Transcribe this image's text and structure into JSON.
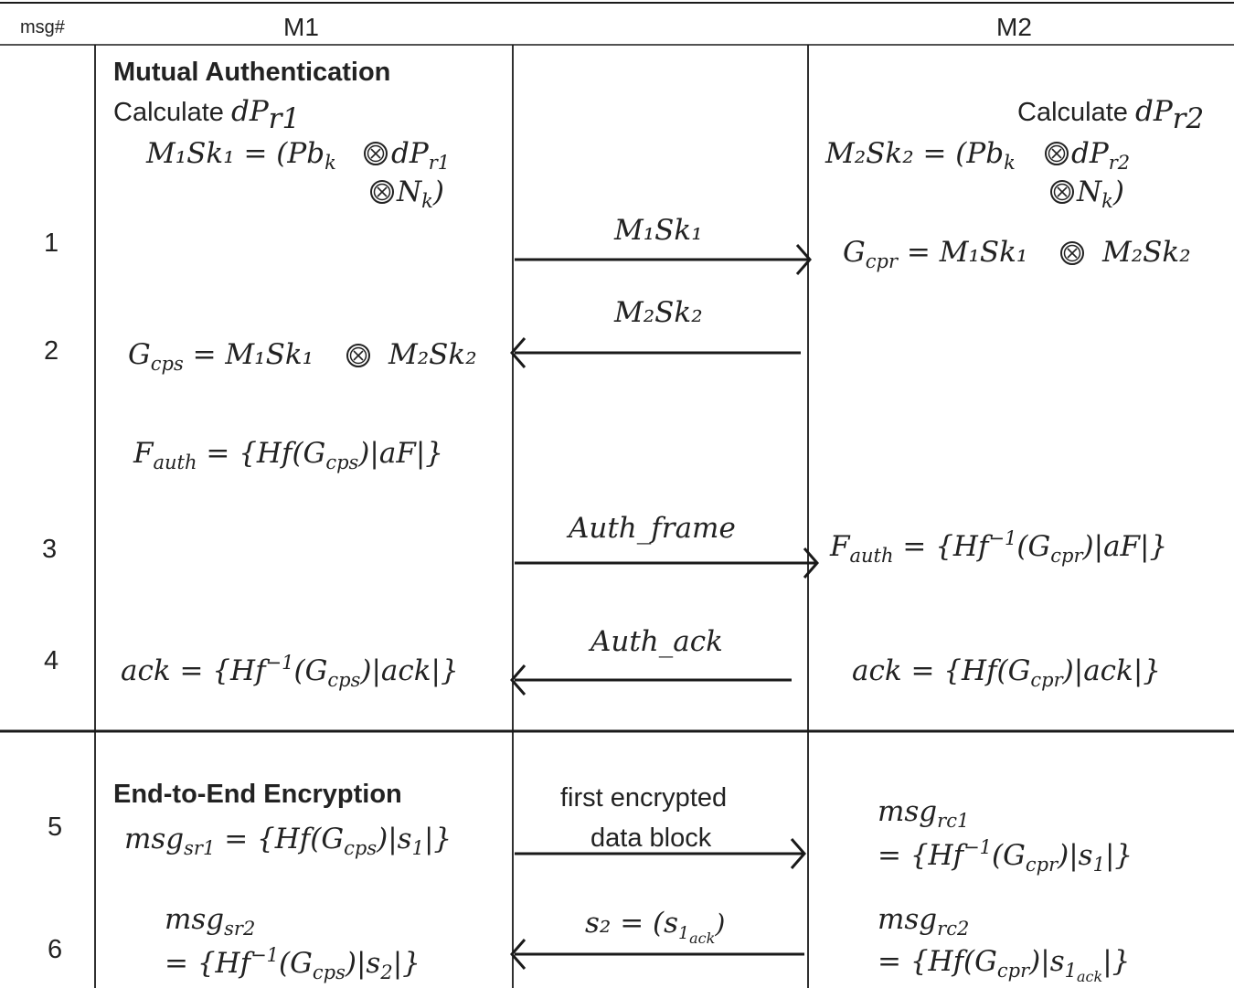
{
  "header": {
    "msg_col": "msg#",
    "m1": "M1",
    "m2": "M2"
  },
  "msg_numbers": [
    "1",
    "2",
    "3",
    "4",
    "5",
    "6"
  ],
  "section_auth": {
    "title": "Mutual Authentication",
    "m1_calc_label": "Calculate ",
    "m1_calc_var": "dP",
    "m1_calc_sub": "r1",
    "m2_calc_label": "Calculate ",
    "m2_calc_var": "dP",
    "m2_calc_sub": "r2",
    "m1_sk_line1": "M₁Sk₁ = (Pb",
    "m1_sk_pb_sub": "k",
    "m1_sk_dp": " dP",
    "m1_sk_dp_sub": "r1",
    "m1_sk_nk": " N",
    "m1_sk_nk_sub": "k",
    "m1_sk_close": ")",
    "m2_sk_line1": "M₂Sk₂ = (Pb",
    "m2_sk_pb_sub": "k",
    "m2_sk_dp": " dP",
    "m2_sk_dp_sub": "r2",
    "m2_sk_nk": " N",
    "m2_sk_nk_sub": "k",
    "m2_sk_close": ")",
    "g_cpr_var": "G",
    "g_cpr_sub": "cpr",
    "g_cpr_rhs1": " = M₁Sk₁",
    "g_cpr_rhs2": "M₂Sk₂",
    "g_cps_var": "G",
    "g_cps_sub": "cps",
    "g_cps_rhs1": " = M₁Sk₁",
    "g_cps_rhs2": "M₂Sk₂",
    "f_auth_m1_var": "F",
    "f_auth_m1_sub": "auth",
    "f_auth_m1_rhs": " = {Hf(G",
    "f_auth_m1_g_sub": "cps",
    "f_auth_m1_end": ")|aF|}",
    "f_auth_m2_var": "F",
    "f_auth_m2_sub": "auth",
    "f_auth_m2_rhs": " = {Hf",
    "f_auth_m2_sup": "−1",
    "f_auth_m2_g": "(G",
    "f_auth_m2_g_sub": "cpr",
    "f_auth_m2_end": ")|aF|}",
    "ack_m1_lhs": "ack = {Hf",
    "ack_m1_sup": "−1",
    "ack_m1_g": "(G",
    "ack_m1_g_sub": "cps",
    "ack_m1_end": ")|ack|}",
    "ack_m2_lhs": "ack = {Hf(G",
    "ack_m2_g_sub": "cpr",
    "ack_m2_end": ")|ack|}"
  },
  "messages": {
    "m1sk1": "M₁Sk₁",
    "m2sk2": "M₂Sk₂",
    "auth_frame": "Auth_frame",
    "auth_ack": "Auth_ack",
    "first_block_1": "first encrypted",
    "first_block_2": "data block",
    "s2_lhs": "s₂ = (s",
    "s2_sub1": "1",
    "s2_sub2": "ack",
    "s2_end": ")"
  },
  "section_e2e": {
    "title": "End-to-End Encryption",
    "m1_msg1_var": "msg",
    "m1_msg1_sub": "sr1",
    "m1_msg1_rhs": " = {Hf(G",
    "m1_msg1_g_sub": "cps",
    "m1_msg1_end": ")|s",
    "m1_msg1_s_sub": "1",
    "m1_msg1_close": "|}",
    "m2_msg1_var": "msg",
    "m2_msg1_sub": "rc1",
    "m2_msg1_rhs": "= {Hf",
    "m2_msg1_sup": "−1",
    "m2_msg1_g": "(G",
    "m2_msg1_g_sub": "cpr",
    "m2_msg1_end": ")|s",
    "m2_msg1_s_sub": "1",
    "m2_msg1_close": "|}",
    "m1_msg2_var": "msg",
    "m1_msg2_sub": "sr2",
    "m1_msg2_rhs": "= {Hf",
    "m1_msg2_sup": "−1",
    "m1_msg2_g": "(G",
    "m1_msg2_g_sub": "cps",
    "m1_msg2_end": ")|s",
    "m1_msg2_s_sub": "2",
    "m1_msg2_close": "|}",
    "m2_msg2_var": "msg",
    "m2_msg2_sub": "rc2",
    "m2_msg2_rhs": "= {Hf(G",
    "m2_msg2_g_sub": "cpr",
    "m2_msg2_end": ")|s",
    "m2_msg2_s_sub": "1",
    "m2_msg2_s_sub2": "ack",
    "m2_msg2_close": "|}"
  }
}
